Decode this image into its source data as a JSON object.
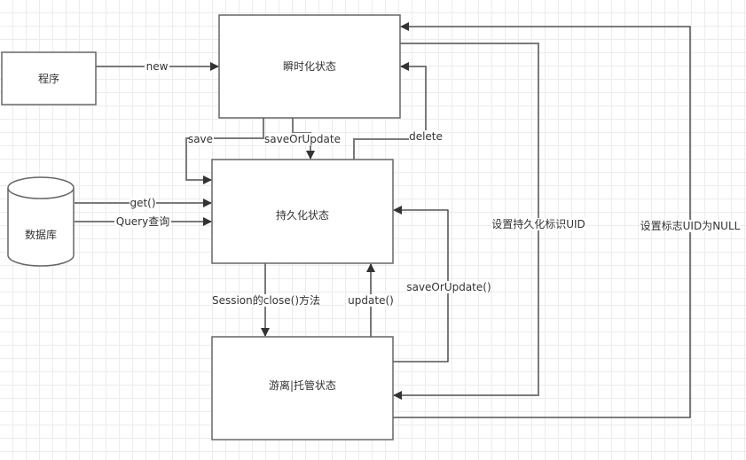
{
  "nodes": {
    "program": "程序",
    "transient": "瞬时化状态",
    "persistent": "持久化状态",
    "detached": "游离|托管状态",
    "database": "数据库"
  },
  "edges": {
    "new": "new",
    "save": "save",
    "saveOrUpdate": "saveOrUpdate",
    "delete": "delete",
    "get": "get()",
    "query": "Query查询",
    "close": "Session的close()方法",
    "update": "update()",
    "saveOrUpdate2": "saveOrUpdate()",
    "setPersistUid": "设置持久化标识UID",
    "setUidNull": "设置标志UID为NULL"
  },
  "colors": {
    "node_stroke": "#666666",
    "edge": "#7a7a7a",
    "arrowhead": "#333333"
  }
}
